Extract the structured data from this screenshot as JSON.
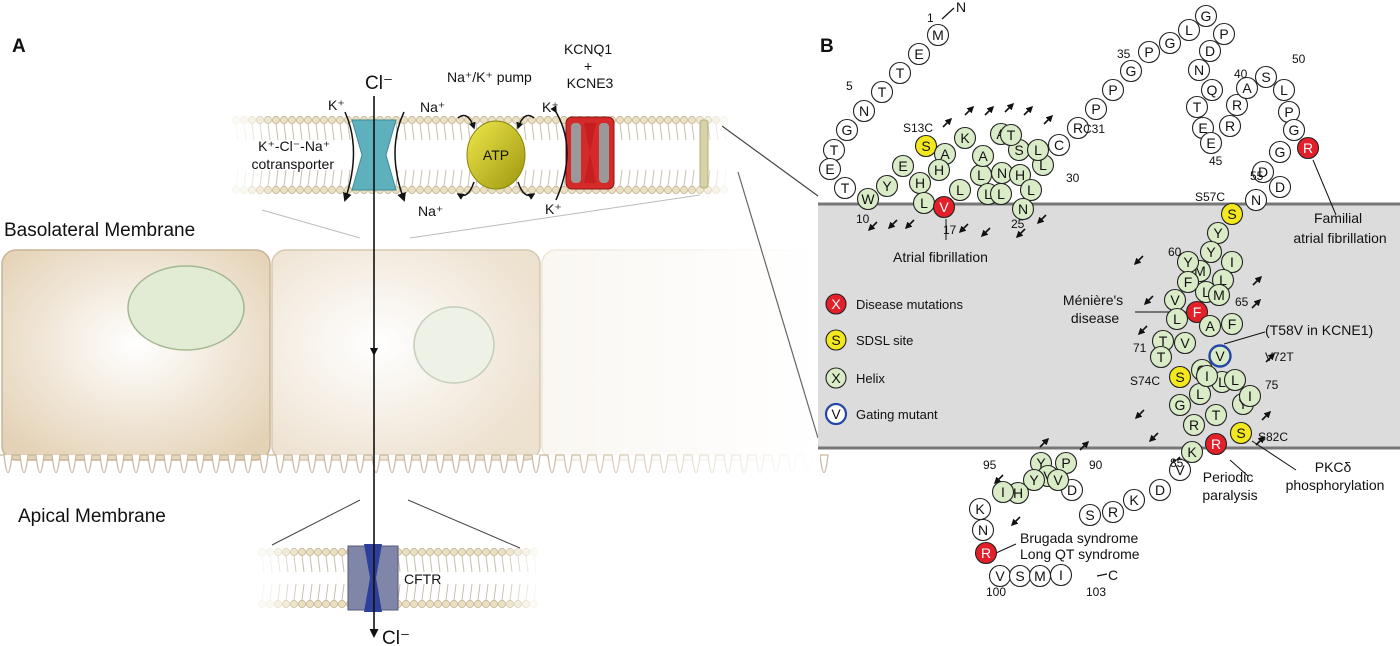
{
  "panel_a": {
    "label": "A",
    "cl_top": "Cl⁻",
    "cl_bottom": "Cl⁻",
    "k_left": "K⁺",
    "na_left_top": "Na⁺",
    "na_left_bottom": "Na⁺",
    "cotransporter": [
      "K⁺-Cl⁻-Na⁺",
      "cotransporter"
    ],
    "pump": "Na⁺/K⁺ pump",
    "atp": "ATP",
    "k_right_top": "K⁺",
    "k_right_bottom": "K⁺",
    "channel": [
      "KCNQ1",
      "+",
      "KCNE3"
    ],
    "basolateral": "Basolateral Membrane",
    "apical": "Apical Membrane",
    "cftr": "CFTR"
  },
  "panel_b": {
    "label": "B",
    "n_term": "N",
    "c_term": "C",
    "sequence": "MENTTGTETWYLHEAKSAANLLVLSLLCRPPGGLPDQNTQERAGDDRRSNVYMYILFMLFAVTVGSLIYTSRKDKRPVDHPYVIKNRVSMIC",
    "residue_numbers": [
      "1",
      "5",
      "10",
      "17",
      "25",
      "30",
      "35",
      "40",
      "45",
      "50",
      "55",
      "60",
      "65",
      "71",
      "75",
      "85",
      "90",
      "95",
      "100",
      "103"
    ],
    "site_labels": [
      "S13C",
      "C31",
      "S57C",
      "V72T",
      "S74C",
      "S82C",
      "(T58V in KCNE1)"
    ],
    "mutation_labels": [
      "Atrial fibrillation",
      [
        "Familial",
        "atrial fibrillation"
      ],
      [
        "Ménière's",
        "disease"
      ],
      [
        "Periodic",
        "paralysis"
      ],
      [
        "PKCδ",
        "phosphorylation"
      ],
      "Brugada syndrome",
      "Long QT syndrome"
    ],
    "legend": [
      {
        "symbol": "X",
        "label": "Disease mutations",
        "fill": "#e3202a"
      },
      {
        "symbol": "S",
        "label": "SDSL site",
        "fill": "#f3e81d"
      },
      {
        "symbol": "X",
        "label": "Helix",
        "fill": "#d9ebc7"
      },
      {
        "symbol": "V",
        "label": "Gating mutant",
        "fill": "#ffffff",
        "stroke": "#2446a8"
      }
    ]
  },
  "colors": {
    "disease": "#e3202a",
    "sdsl": "#f3e81d",
    "helix": "#d9ebc7",
    "gating": "#2446a8",
    "membrane": "#dcdcdc",
    "cotransporter": "#5fb0bd",
    "pump": "#c6c119",
    "channel": "#d42a2a",
    "cftr": "#2d3f9a"
  }
}
